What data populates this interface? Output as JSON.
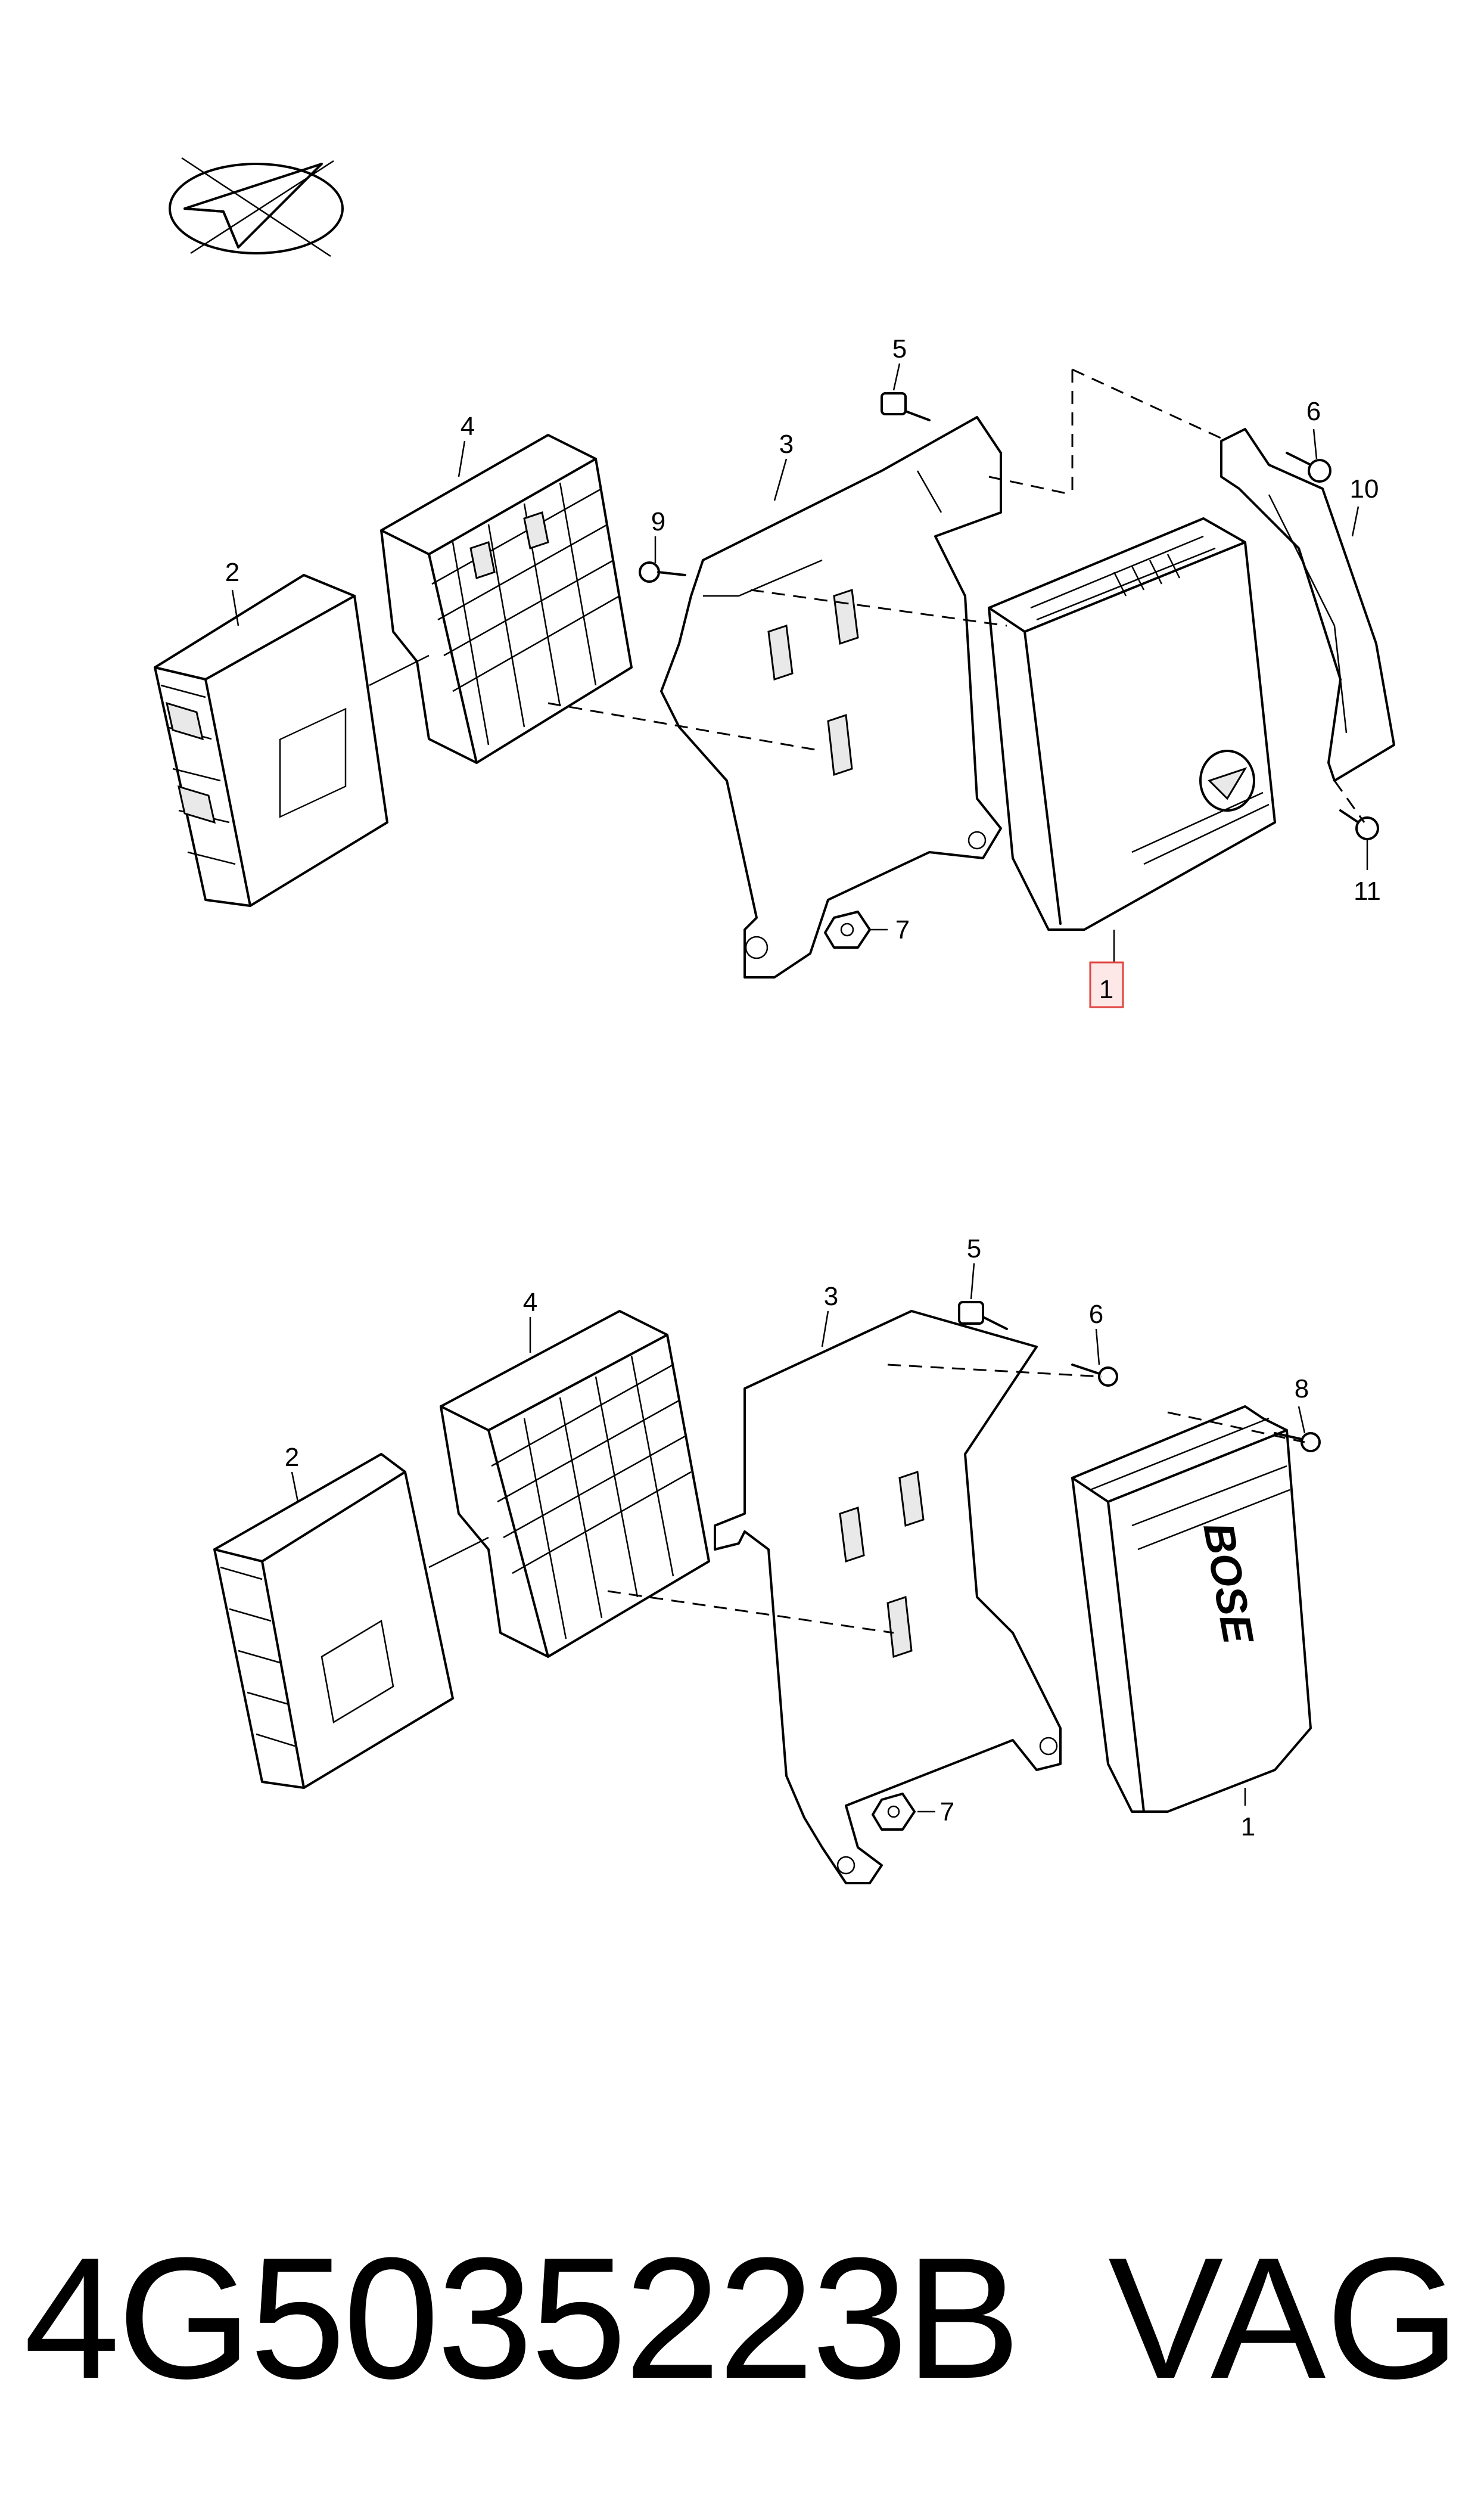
{
  "callouts_top": [
    "1",
    "2",
    "3",
    "4",
    "5",
    "6",
    "7",
    "9",
    "10",
    "11"
  ],
  "callouts_bottom": [
    "1",
    "2",
    "3",
    "4",
    "5",
    "6",
    "7",
    "8"
  ],
  "footer": {
    "part_number": "4G5035223B",
    "brand": "VAG"
  },
  "colors": {
    "highlight": "#e0443e",
    "ink": "#000000"
  },
  "icons": [
    "direction-arrow-icon"
  ],
  "logo_text": [
    "BOSE"
  ]
}
